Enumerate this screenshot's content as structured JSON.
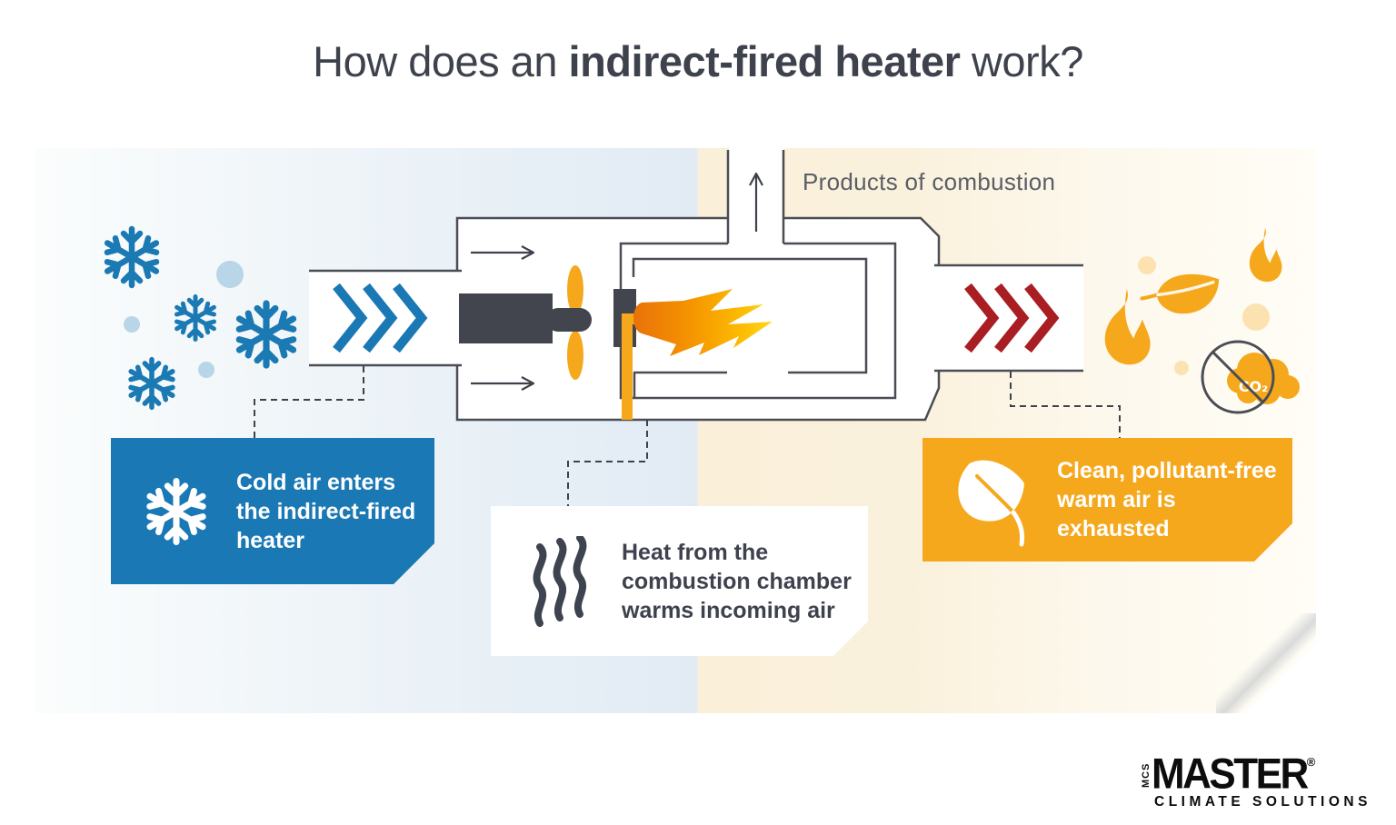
{
  "title": {
    "prefix": "How does an ",
    "highlight": "indirect-fired heater",
    "suffix": " work?"
  },
  "diagram": {
    "products_label": "Products of combustion",
    "co2_label": "CO₂"
  },
  "callouts": {
    "cold": {
      "text": "Cold air enters\nthe indirect-fired\nheater"
    },
    "heat": {
      "text": "Heat from the\ncombustion chamber\nwarms incoming air"
    },
    "clean": {
      "text": "Clean, pollutant-free\nwarm air is exhausted"
    }
  },
  "logo": {
    "mcs": "MCS",
    "name": "MASTER",
    "registered": "®",
    "tagline": "CLIMATE SOLUTIONS"
  },
  "colors": {
    "blue": "#1a78b4",
    "light-blue": "#b9d5e8",
    "orange": "#f6a81d",
    "pale-orange": "#fbe2b0",
    "red": "#a91e23",
    "dark": "#43454e",
    "outline": "#4a4d54",
    "text-dark": "#3d424d",
    "label-gray": "#5a5e66",
    "band-blue": "#e2ebf4",
    "band-cream": "#faf0da",
    "flame-deep": "#e8720a",
    "flame-bright": "#ffd819"
  }
}
